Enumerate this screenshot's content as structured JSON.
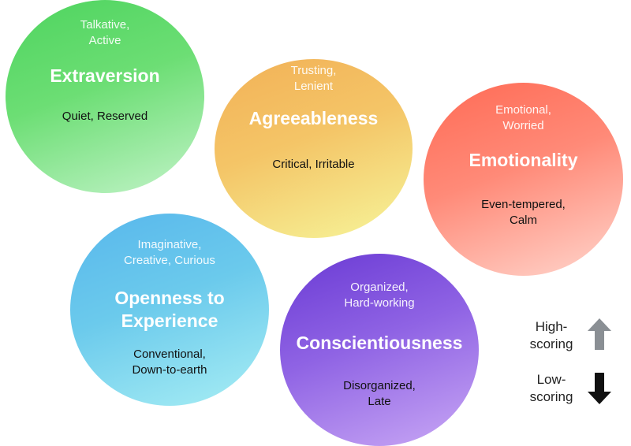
{
  "traits": [
    {
      "id": "extraversion",
      "name": "Extraversion",
      "high": "Talkative,\nActive",
      "low": "Quiet, Reserved"
    },
    {
      "id": "agreeableness",
      "name": "Agreeableness",
      "high": "Trusting,\nLenient",
      "low": "Critical, Irritable"
    },
    {
      "id": "emotionality",
      "name": "Emotionality",
      "high": "Emotional,\nWorried",
      "low": "Even-tempered,\nCalm"
    },
    {
      "id": "openness",
      "name": "Openness to\nExperience",
      "high": "Imaginative,\nCreative, Curious",
      "low": "Conventional,\nDown-to-earth"
    },
    {
      "id": "conscientiousness",
      "name": "Conscientiousness",
      "high": "Organized,\nHard-working",
      "low": "Disorganized,\nLate"
    }
  ],
  "legend": {
    "high_label": "High-\nscoring",
    "low_label": "Low-\nscoring",
    "high_icon": "arrow-up-icon",
    "low_icon": "arrow-down-icon",
    "high_color": "#8a8f94",
    "low_color": "#111111"
  }
}
